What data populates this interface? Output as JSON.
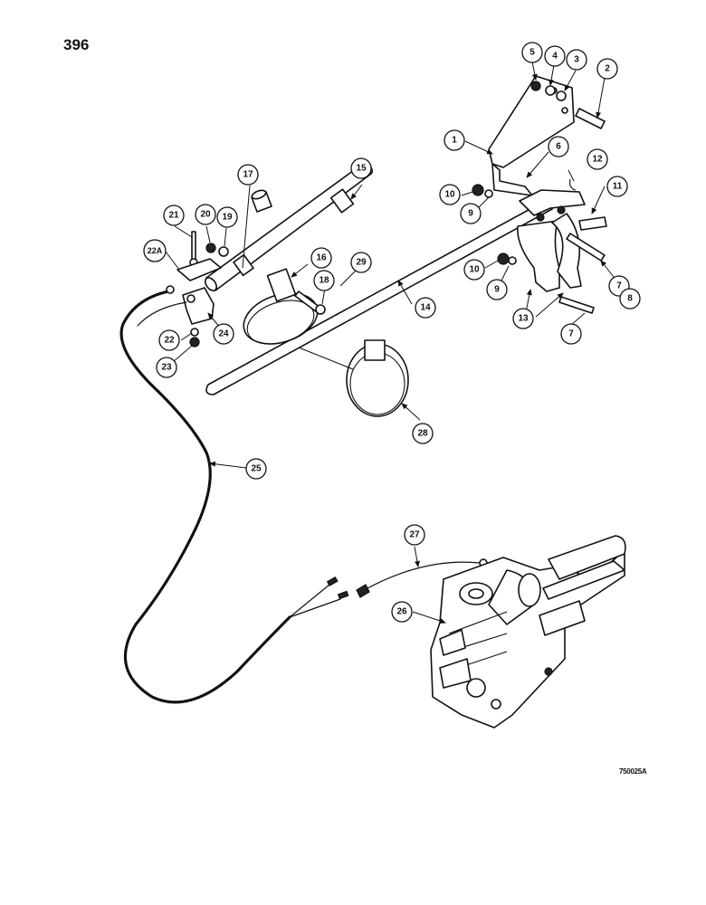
{
  "page": {
    "number": "396",
    "drawing_code": "750025A"
  },
  "callouts": [
    "1",
    "2",
    "3",
    "4",
    "5",
    "6",
    "7",
    "7",
    "8",
    "9",
    "9",
    "10",
    "10",
    "11",
    "12",
    "13",
    "14",
    "15",
    "16",
    "17",
    "18",
    "19",
    "20",
    "21",
    "22",
    "22A",
    "23",
    "24",
    "25",
    "26",
    "27",
    "28",
    "29"
  ]
}
